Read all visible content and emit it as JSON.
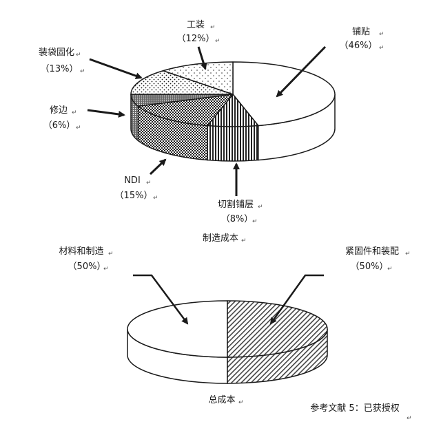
{
  "chart_data": [
    {
      "type": "pie",
      "title": "制造成本",
      "slices": [
        {
          "name": "铺贴",
          "value": 46,
          "pct": "（46%）",
          "pattern": "white"
        },
        {
          "name": "切割铺层",
          "value": 8,
          "pct": "（8%）",
          "pattern": "vlines"
        },
        {
          "name": "NDI",
          "value": 15,
          "pct": "（15%）",
          "pattern": "checker"
        },
        {
          "name": "修边",
          "value": 6,
          "pct": "（6%）",
          "pattern": "darkdots"
        },
        {
          "name": "装袋固化",
          "value": 13,
          "pct": "（13%）",
          "pattern": "dots"
        },
        {
          "name": "工装",
          "value": 12,
          "pct": "（12%）",
          "pattern": "sparse"
        }
      ]
    },
    {
      "type": "pie",
      "title": "总成本",
      "slices": [
        {
          "name": "材料和制造",
          "value": 50,
          "pct": "（50%）",
          "pattern": "white"
        },
        {
          "name": "紧固件和装配",
          "value": 50,
          "pct": "（50%）",
          "pattern": "diag"
        }
      ]
    }
  ],
  "source_note": "参考文献 5：已获授权",
  "edit_mark": "↵",
  "colors": {
    "stroke": "#1a1a1a",
    "fill": "#ffffff",
    "dark": "#333333"
  }
}
